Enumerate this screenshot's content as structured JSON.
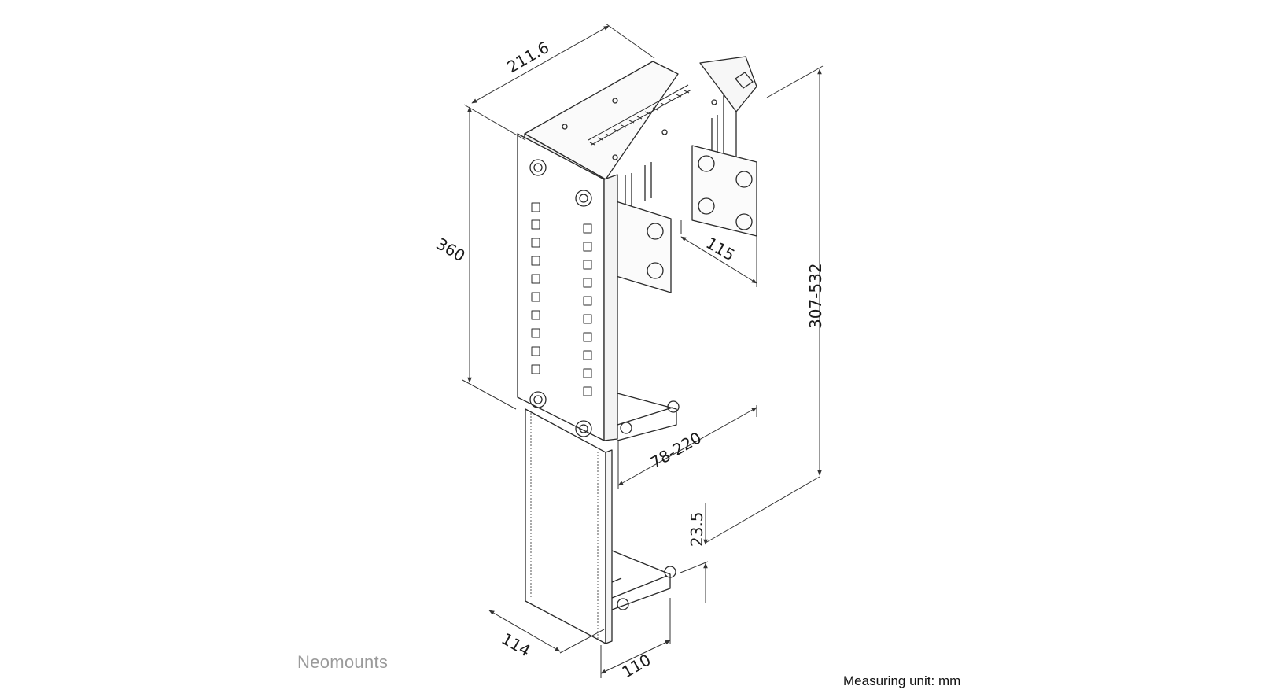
{
  "diagram": {
    "dimensions": {
      "top_depth": "211.6",
      "height": "360",
      "plate_spacing": "115",
      "total_height": "307-532",
      "width_range": "78-220",
      "foot_height": "23.5",
      "base_depth": "114",
      "base_width": "110"
    }
  },
  "footer": {
    "brand": "Neomounts",
    "unit_note": "Measuring unit: mm"
  },
  "colors": {
    "line": "#2a2a2a",
    "dim_line": "#333333",
    "brand": "#9a9a9a"
  }
}
